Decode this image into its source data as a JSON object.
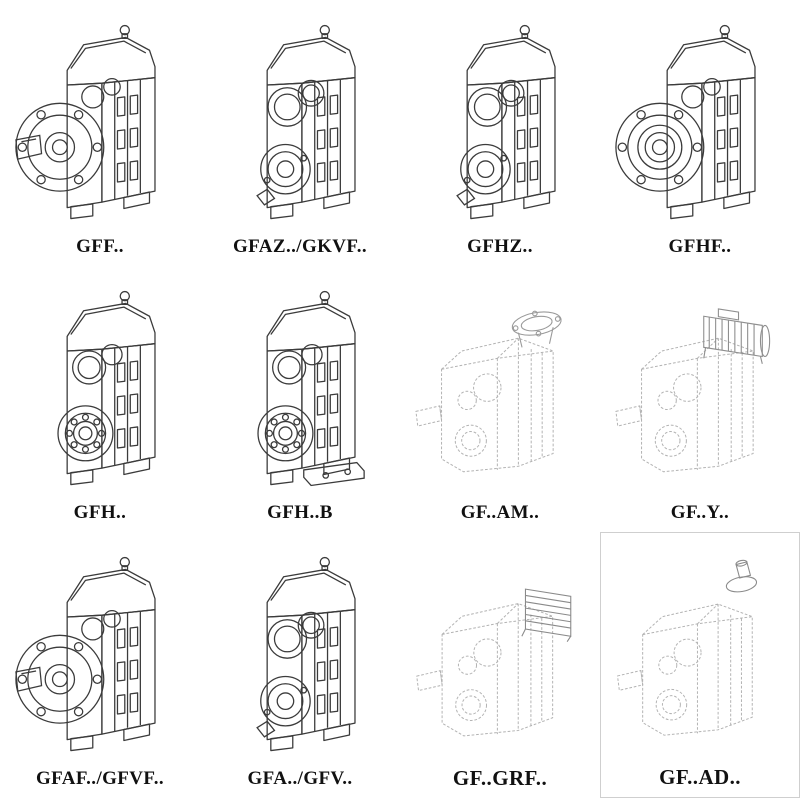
{
  "page": {
    "description": "Catalog sheet of parallel-shaft helical gear reducer model variants"
  },
  "colors": {
    "line": "#3b3b3b",
    "ghost_line": "#b3b3b3",
    "accent_line": "#8a8a8a",
    "label_text": "#111111",
    "background": "#ffffff"
  },
  "grid": {
    "columns": 4,
    "rows": 3,
    "items": [
      {
        "id": "gff",
        "label": "GFF..",
        "drawing": "flange-mounted-gear-reducer"
      },
      {
        "id": "gfaz-gkvf",
        "label": "GFAZ../GKVF..",
        "drawing": "shaft-mounted-gear-reducer"
      },
      {
        "id": "gfhz",
        "label": "GFHZ..",
        "drawing": "shaft-mounted-gear-reducer"
      },
      {
        "id": "gfhf",
        "label": "GFHF..",
        "drawing": "flange-mounted-gear-reducer-no-shaft"
      },
      {
        "id": "gfh",
        "label": "GFH..",
        "drawing": "hollow-shaft-gear-reducer"
      },
      {
        "id": "gfh-b",
        "label": "GFH..B",
        "drawing": "hollow-shaft-gear-reducer-with-bracket"
      },
      {
        "id": "gf-am",
        "label": "GF..AM..",
        "drawing": "gear-reducer-with-motor-adapter-flange"
      },
      {
        "id": "gf-y",
        "label": "GF..Y..",
        "drawing": "gear-reducer-with-mounted-motor"
      },
      {
        "id": "gfaf-gfvf",
        "label": "GFAF../GFVF..",
        "drawing": "flange-mounted-gear-reducer"
      },
      {
        "id": "gfa-gfv",
        "label": "GFA../GFV..",
        "drawing": "shaft-mounted-gear-reducer"
      },
      {
        "id": "gf-grf",
        "label": "GF..GRF..",
        "drawing": "gear-reducer-with-input-adapter-block"
      },
      {
        "id": "gf-ad",
        "label": "GF..AD..",
        "drawing": "gear-reducer-with-input-shaft-adapter"
      }
    ]
  }
}
